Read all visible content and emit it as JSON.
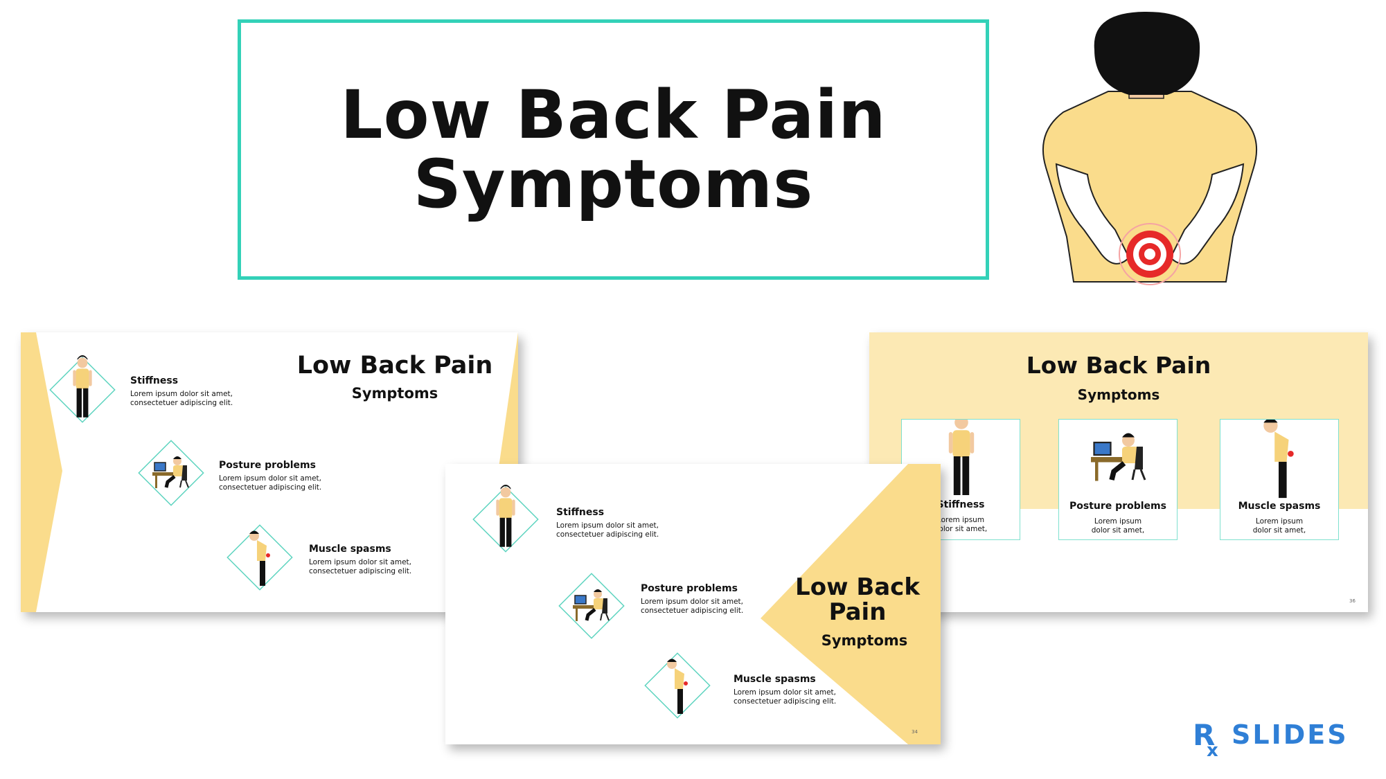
{
  "main_title": {
    "line1": "Low Back Pain",
    "line2": "Symptoms"
  },
  "colors": {
    "accent": "#33d1b8",
    "yellow": "#fadc8c",
    "pain_red": "#e62929"
  },
  "slide_a": {
    "title": "Low Back Pain",
    "subtitle": "Symptoms",
    "items": [
      {
        "title": "Stiffness",
        "text": "Lorem ipsum dolor sit amet, consectetuer adipiscing elit."
      },
      {
        "title": "Posture problems",
        "text": "Lorem ipsum dolor sit amet, consectetuer adipiscing elit."
      },
      {
        "title": "Muscle spasms",
        "text": "Lorem ipsum dolor sit amet, consectetuer adipiscing elit."
      }
    ]
  },
  "slide_b": {
    "title_line1": "Low Back",
    "title_line2": "Pain",
    "subtitle": "Symptoms",
    "page": "34",
    "items": [
      {
        "title": "Stiffness",
        "text": "Lorem ipsum dolor sit amet, consectetuer adipiscing elit."
      },
      {
        "title": "Posture problems",
        "text": "Lorem ipsum dolor sit amet, consectetuer adipiscing elit."
      },
      {
        "title": "Muscle spasms",
        "text": "Lorem ipsum dolor sit amet, consectetuer adipiscing elit."
      }
    ]
  },
  "slide_c": {
    "title": "Low Back Pain",
    "subtitle": "Symptoms",
    "page": "36",
    "cards": [
      {
        "title": "Stiffness",
        "text_line1": "Lorem ipsum",
        "text_line2": "dolor sit amet,"
      },
      {
        "title": "Posture problems",
        "text_line1": "Lorem ipsum",
        "text_line2": "dolor sit amet,"
      },
      {
        "title": "Muscle spasms",
        "text_line1": "Lorem ipsum",
        "text_line2": "dolor sit amet,"
      }
    ]
  },
  "logo": {
    "text": "RX SLIDES"
  }
}
